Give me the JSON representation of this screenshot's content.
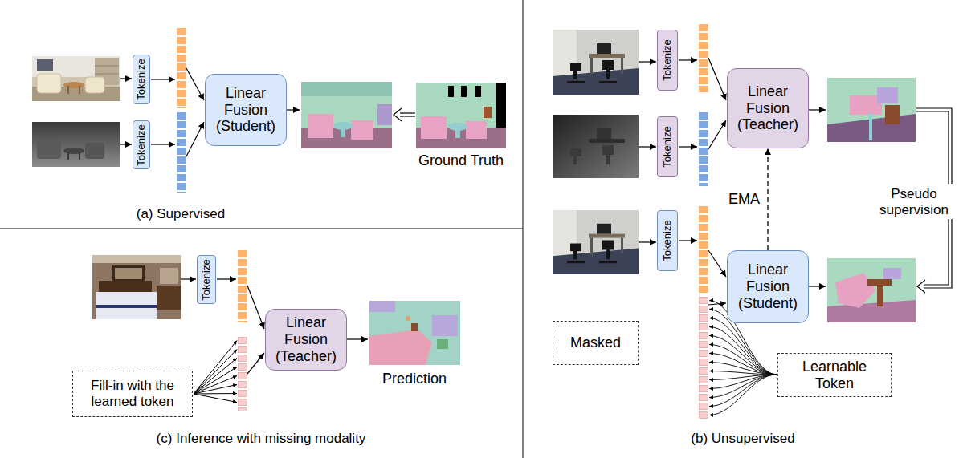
{
  "diagram": {
    "nodes": [
      {
        "text": [
          "Tokenize"
        ]
      },
      {
        "text": [
          "Tokenize"
        ]
      },
      {
        "text": [
          "Linear Fusion (Student)"
        ]
      },
      {
        "text": [
          "Tokenize"
        ]
      },
      {
        "text": [
          "Tokenize"
        ]
      },
      {
        "text": [
          "Linear Fusion (Teacher)"
        ]
      },
      {
        "text": [
          "Tokenize"
        ]
      },
      {
        "text": [
          "Linear Fusion (Student)"
        ]
      },
      {
        "text": [
          "Masked"
        ]
      },
      {
        "text": [
          "Learnable Token"
        ]
      },
      {
        "text": [
          "Tokenize"
        ]
      },
      {
        "text": [
          "Fill-in with the learned token"
        ]
      },
      {
        "text": [
          "Linear Fusion (Teacher)"
        ]
      }
    ],
    "edges": [
      {
        "from": 7,
        "to": 5,
        "arrow": "to",
        "label": "EMA"
      }
    ],
    "labels": [
      "Ground Truth",
      "(a) Supervised",
      "Pseudo supervision",
      "(b) Unsupervised",
      "Prediction",
      "(c) Inference with missing modality"
    ]
  }
}
